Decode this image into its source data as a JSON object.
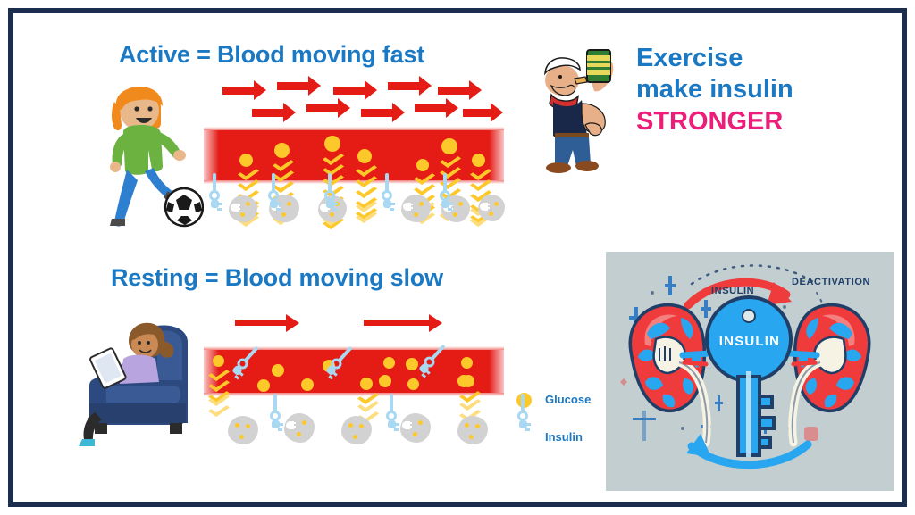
{
  "slide": {
    "border_color": "#1c2e50",
    "background": "#ffffff"
  },
  "palette": {
    "heading_blue": "#1b79c4",
    "accent_pink": "#ec1e79",
    "vessel_red": "#e51b16",
    "glucose_yellow": "#fdc92a",
    "insulin_blue": "#a9d9f2",
    "cell_gray": "#d2d2d2",
    "kidney_panel_bg": "#c3ced0",
    "kidney_key_blue": "#29a6f0",
    "kidney_red": "#ef3b3b",
    "kidney_outline": "#1f3f68"
  },
  "scenes": {
    "active": {
      "heading": "Active = Blood moving fast",
      "person_icon": "child-playing-soccer-icon",
      "flow_arrow_count": 10,
      "flow_speed": "fast",
      "glucose_in_vessel": 0,
      "glucose_entering_cells": 7,
      "cells": 6,
      "free_keys": 5
    },
    "resting": {
      "heading": "Resting = Blood moving slow",
      "person_icon": "child-sitting-armchair-tablet-icon",
      "flow_arrow_count": 2,
      "flow_speed": "slow",
      "glucose_in_vessel": 11,
      "glucose_entering_cells": 3,
      "cells": 5,
      "free_keys": 2,
      "keys_in_vessel": 3
    }
  },
  "message": {
    "lines": [
      {
        "text": "Exercise",
        "color": "blue"
      },
      {
        "text": "make insulin",
        "color": "blue"
      },
      {
        "text": "STRONGER",
        "color": "pink"
      }
    ],
    "mascot_icon": "popeye-spinach-icon"
  },
  "legend": {
    "items": [
      {
        "label": "Glucose",
        "icon": "glucose-circle-icon"
      },
      {
        "label": "Insulin",
        "icon": "insulin-key-icon"
      }
    ]
  },
  "kidney_panel": {
    "key_label": "INSULIN",
    "arrow_label": "INSULIN",
    "secondary_label": "DEACTIVATION",
    "left_organ_icon": "kidney-icon",
    "right_organ_icon": "kidney-icon",
    "center_icon": "insulin-key-icon",
    "top_arrow_icon": "red-curved-arrow-icon",
    "bottom_arrow_icon": "blue-curved-arrow-icon"
  }
}
